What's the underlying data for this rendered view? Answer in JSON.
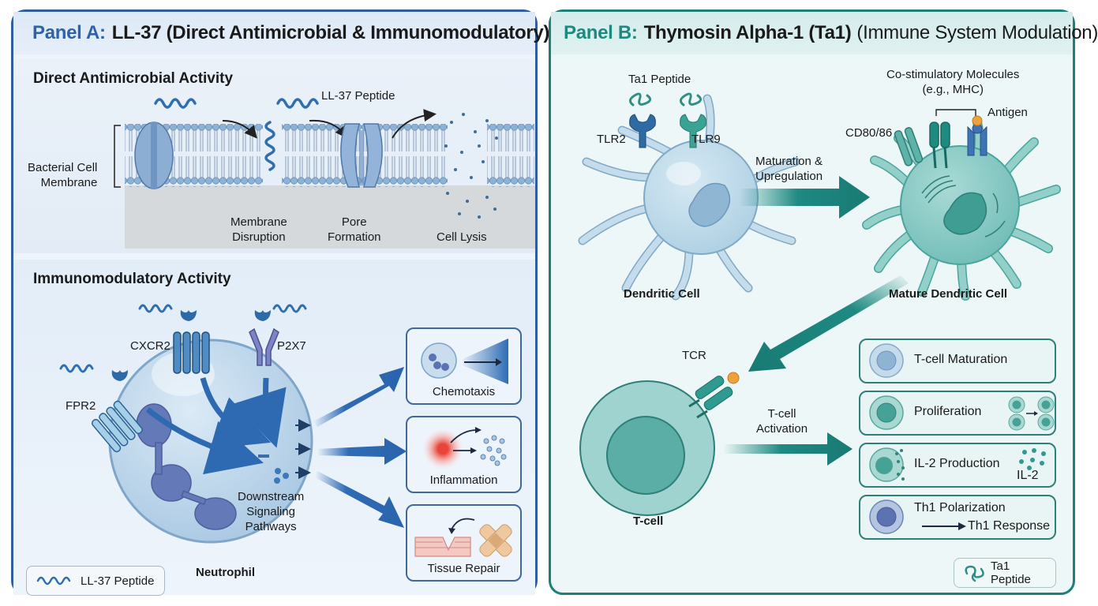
{
  "panel_a": {
    "label": "Panel A:",
    "title": "LL-37 (Direct Antimicrobial & Immunomodulatory)",
    "border_color": "#2f5f9e",
    "direct": {
      "title": "Direct Antimicrobial Activity",
      "membrane_label": [
        "Bacterial Cell",
        "Membrane"
      ],
      "peptide_label": "LL-37 Peptide",
      "steps": [
        {
          "label": [
            "Membrane",
            "Disruption"
          ]
        },
        {
          "label": [
            "Pore",
            "Formation"
          ]
        },
        {
          "label": [
            "Cell Lysis"
          ]
        }
      ]
    },
    "immuno": {
      "title": "Immunomodulatory Activity",
      "receptors": [
        "FPR2",
        "CXCR2",
        "P2X7"
      ],
      "signaling_label": [
        "Downstream",
        "Signaling",
        "Pathways"
      ],
      "cell_label": "Neutrophil",
      "outcomes": [
        {
          "label": "Chemotaxis",
          "icon": "chemotaxis-icon"
        },
        {
          "label": "Inflammation",
          "icon": "inflammation-icon"
        },
        {
          "label": "Tissue Repair",
          "icon": "tissue-repair-icon"
        }
      ],
      "legend": "LL-37 Peptide"
    }
  },
  "panel_b": {
    "label": "Panel B:",
    "title_bold": "Thymosin Alpha-1 (Ta1)",
    "title_light": "(Immune System Modulation)",
    "border_color": "#1d8077",
    "peptide_label": "Ta1 Peptide",
    "receptors": [
      "TLR2",
      "TLR9"
    ],
    "dendritic_label": "Dendritic Cell",
    "maturation_label": [
      "Maturation &",
      "Upregulation"
    ],
    "costim_label": [
      "Co-stimulatory Molecules",
      "(e.g., MHC)"
    ],
    "antigen_label": "Antigen",
    "cd_label": "CD80/86",
    "mature_label": "Mature Dendritic Cell",
    "tcr_label": "TCR",
    "tcell_label": "T-cell",
    "activation_label": [
      "T-cell",
      "Activation"
    ],
    "outcomes": [
      {
        "label": "T-cell Maturation"
      },
      {
        "label": "Proliferation"
      },
      {
        "label": "IL-2 Production",
        "sub": "IL-2"
      },
      {
        "label": "Th1 Polarization",
        "sub": "Th1 Response"
      }
    ],
    "legend": "Ta1 Peptide"
  }
}
